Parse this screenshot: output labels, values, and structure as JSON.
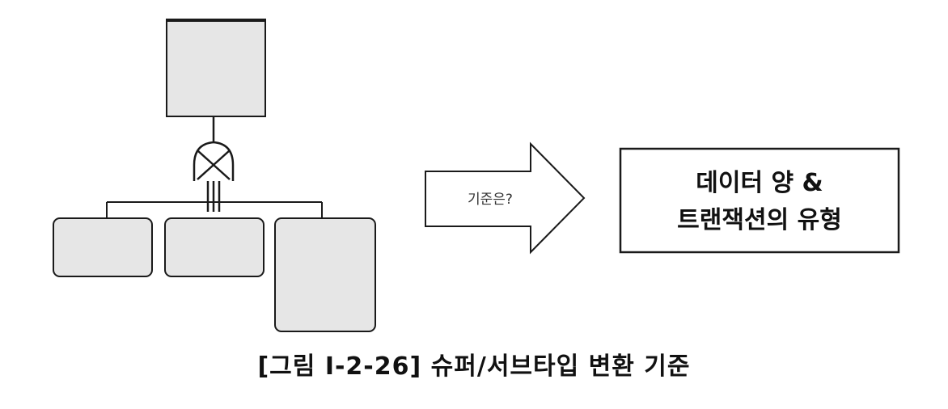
{
  "diagram": {
    "arrow_label": "기준은?",
    "result_line1": "데이터 양 &",
    "result_line2": "트랜잭션의 유형",
    "caption": "[그림 Ⅰ-2-26] 슈퍼/서브타입 변환 기준"
  },
  "colors": {
    "entity_fill": "#e6e6e6",
    "stroke": "#1a1a1a",
    "background": "#ffffff"
  }
}
